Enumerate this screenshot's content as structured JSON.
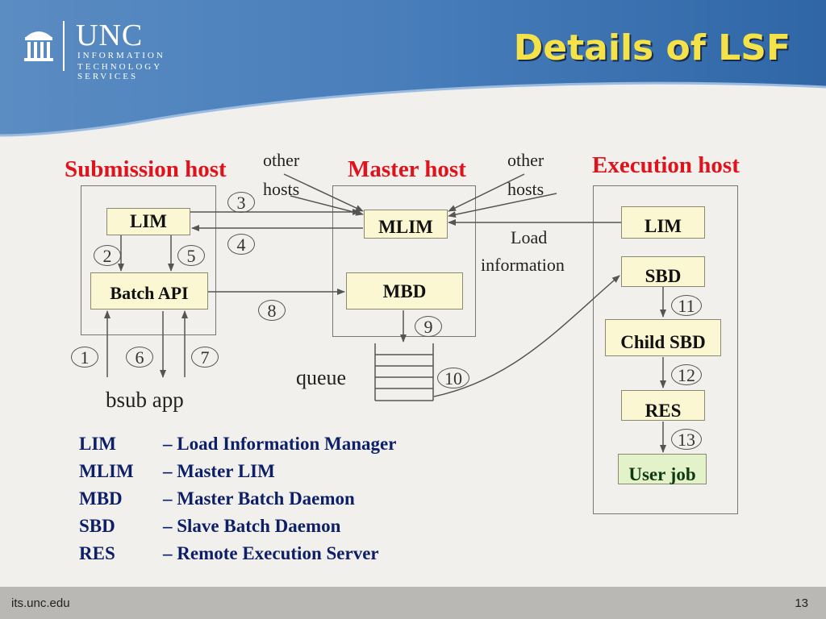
{
  "header": {
    "logo_name": "UNC",
    "logo_line1": "INFORMATION",
    "logo_line2": "TECHNOLOGY SERVICES",
    "title": "Details of LSF"
  },
  "hosts": {
    "submission": "Submission host",
    "master": "Master host",
    "execution": "Execution host"
  },
  "annotations": {
    "other_hosts_left_1": "other",
    "other_hosts_left_2": "hosts",
    "other_hosts_right_1": "other",
    "other_hosts_right_2": "hosts",
    "load_info_1": "Load",
    "load_info_2": "information",
    "queue": "queue",
    "bsub_app": "bsub app"
  },
  "boxes": {
    "sub_lim": "LIM",
    "batch_api": "Batch API",
    "mlim": "MLIM",
    "mbd": "MBD",
    "exec_lim": "LIM",
    "sbd": "SBD",
    "child_sbd": "Child SBD",
    "res": "RES",
    "user_job": "User job"
  },
  "steps": [
    "1",
    "2",
    "3",
    "4",
    "5",
    "6",
    "7",
    "8",
    "9",
    "10",
    "11",
    "12",
    "13"
  ],
  "legend": [
    {
      "abbr": "LIM",
      "desc": "– Load Information Manager"
    },
    {
      "abbr": "MLIM",
      "desc": "– Master LIM"
    },
    {
      "abbr": "MBD",
      "desc": "– Master Batch Daemon"
    },
    {
      "abbr": "SBD",
      "desc": "– Slave Batch Daemon"
    },
    {
      "abbr": "RES",
      "desc": "– Remote Execution Server"
    }
  ],
  "footer": {
    "site": "its.unc.edu",
    "page": "13"
  },
  "colors": {
    "title": "#f3e24a",
    "host_label": "#e0131c",
    "legend_text": "#0d1f66",
    "box_fill": "#fbf7d2",
    "user_job_fill": "#e3f2c8",
    "header_blue": "#3f73ad"
  }
}
